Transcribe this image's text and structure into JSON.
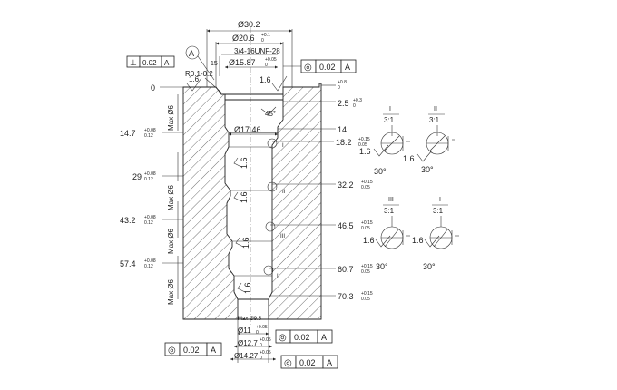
{
  "datum": {
    "letter": "A"
  },
  "top_dims": {
    "d_outer": "Ø30.2",
    "d_counterbore": "Ø20.6",
    "d_counterbore_tol_up": "+0.1",
    "d_counterbore_tol_low": "0",
    "thread": "3/4-16UNF-28",
    "d_bore": "Ø15.87",
    "d_bore_tol_up": "+0.05",
    "d_bore_tol_low": "0",
    "depth_15": "15",
    "radius": "R0.1-0.2",
    "rough_top": "1.6",
    "rough_inner": "1.6",
    "chamfer_angle": "45°",
    "d_inner": "Ø17.46"
  },
  "fcf": {
    "top_left": {
      "symbol": "⊥",
      "value": "0.02",
      "datum": "A"
    },
    "top_right": {
      "symbol": "◎",
      "value": "0.02",
      "datum": "A"
    },
    "bottom_mid": {
      "symbol": "◎",
      "value": "0.02",
      "datum": "A"
    },
    "bottom_left": {
      "symbol": "◎",
      "value": "0.02",
      "datum": "A"
    },
    "bottom_right": {
      "symbol": "◎",
      "value": "0.02",
      "datum": "A"
    }
  },
  "left_dims": [
    {
      "value": "0",
      "tol_up": "",
      "tol_low": ""
    },
    {
      "value": "14.7",
      "tol_up": "+0.08",
      "tol_low": "0.12"
    },
    {
      "value": "29",
      "tol_up": "+0.08",
      "tol_low": "0.12"
    },
    {
      "value": "43.2",
      "tol_up": "+0.08",
      "tol_low": "0.12"
    },
    {
      "value": "57.4",
      "tol_up": "+0.08",
      "tol_low": "0.12"
    }
  ],
  "max_labels": [
    "Max Ø6",
    "Max Ø6",
    "Max Ø6",
    "Max Ø6"
  ],
  "right_dims": [
    {
      "value": "2.5",
      "tol_up": "+0.3",
      "tol_low": "0"
    },
    {
      "value": "14",
      "tol_up": "",
      "tol_low": ""
    },
    {
      "value": "18.2",
      "tol_up": "+0.15",
      "tol_low": "0.05"
    },
    {
      "value": "32.2",
      "tol_up": "+0.15",
      "tol_low": "0.05"
    },
    {
      "value": "46.5",
      "tol_up": "+0.15",
      "tol_low": "0.05"
    },
    {
      "value": "60.7",
      "tol_up": "+0.15",
      "tol_low": "0.05"
    },
    {
      "value": "70.3",
      "tol_up": "+0.15",
      "tol_low": "0.05"
    }
  ],
  "right_top_tol": {
    "tol_up": "+0.8",
    "tol_low": "0"
  },
  "inner_rough": [
    "1.6",
    "1.6",
    "1.6",
    "1.6"
  ],
  "bottom_dims": {
    "max_d": "Max Ø9.5",
    "d1": "Ø11",
    "d1_tol_up": "+0.05",
    "d1_tol_low": "0",
    "d2": "Ø12.7",
    "d2_tol_up": "+0.05",
    "d2_tol_low": "0",
    "d3": "Ø14.27",
    "d3_tol_up": "+0.05",
    "d3_tol_low": "0"
  },
  "details": [
    {
      "roman": "I",
      "scale": "3:1",
      "rough": "1.6",
      "angle": "30°"
    },
    {
      "roman": "II",
      "scale": "3:1",
      "rough": "1.6",
      "angle": "30°"
    },
    {
      "roman": "III",
      "scale": "3:1",
      "rough": "1.6",
      "angle": "30°"
    },
    {
      "roman": "I",
      "scale": "3:1",
      "rough": "1.6",
      "angle": "30°"
    }
  ],
  "callouts": [
    "I",
    "II",
    "III",
    "I"
  ]
}
